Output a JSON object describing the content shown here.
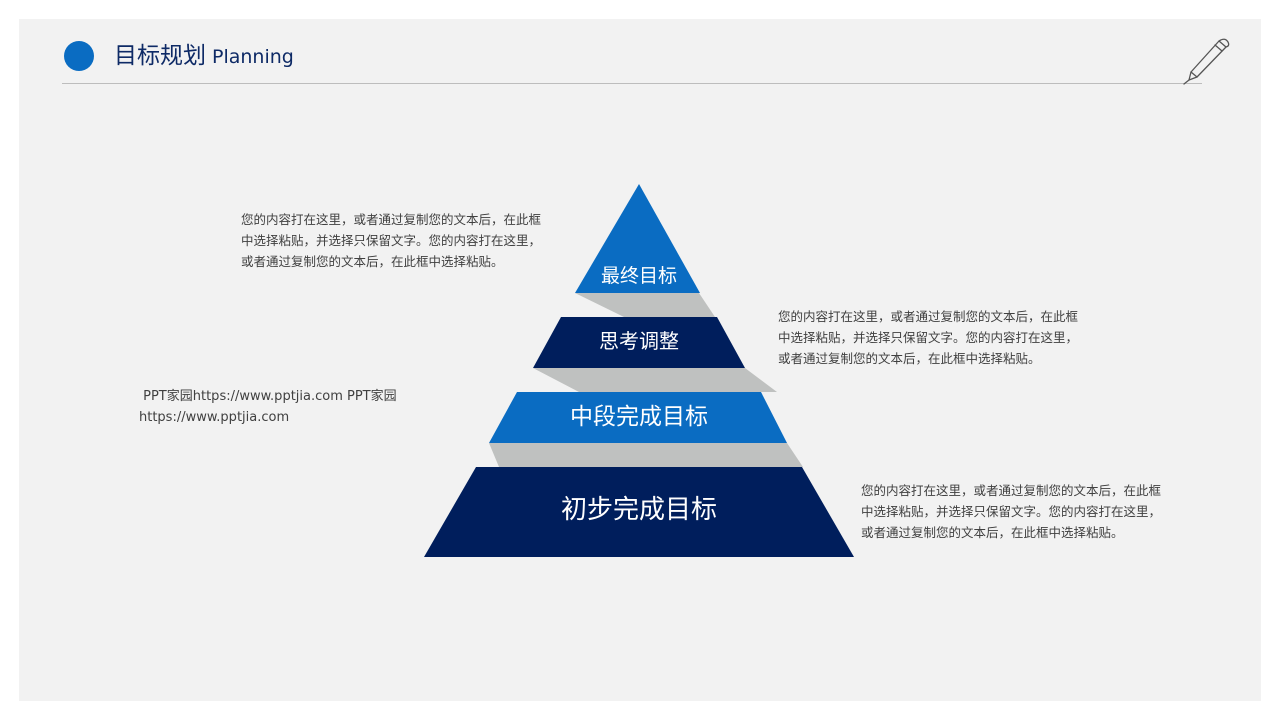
{
  "header": {
    "title": "目标规划",
    "subtitle": "Planning"
  },
  "pyramid": {
    "tiers": [
      {
        "label": "最终目标",
        "color": "#0a6cc2"
      },
      {
        "label": "思考调整",
        "color": "#001e5c"
      },
      {
        "label": "中段完成目标",
        "color": "#0a6cc2"
      },
      {
        "label": "初步完成目标",
        "color": "#001e5c"
      }
    ],
    "connector_color": "#bfc1c0"
  },
  "descriptions": {
    "top_left": {
      "lines": [
        "您的内容打在这里，或者通过复制您的文本后，在此框",
        "中选择粘贴，并选择只保留文字。您的内容打在这里，",
        "或者通过复制您的文本后，在此框中选择粘贴。"
      ]
    },
    "middle_right": {
      "lines": [
        "您的内容打在这里，或者通过复制您的文本后，在此框",
        "中选择粘贴，并选择只保留文字。您的内容打在这里，",
        "或者通过复制您的文本后，在此框中选择粘贴。"
      ]
    },
    "bottom_right": {
      "lines": [
        "您的内容打在这里，或者通过复制您的文本后，在此框",
        "中选择粘贴，并选择只保留文字。您的内容打在这里，",
        "或者通过复制您的文本后，在此框中选择粘贴。"
      ]
    }
  },
  "watermark": {
    "lines": [
      " PPT家园https://www.pptjia.com PPT家园",
      "https://www.pptjia.com"
    ]
  },
  "colors": {
    "accent_blue": "#0a6cc2",
    "dark_navy": "#001e5c",
    "slide_background": "#f2f2f2"
  },
  "icons": {
    "header_dot": "circle-dot-icon",
    "corner": "pen-icon"
  }
}
